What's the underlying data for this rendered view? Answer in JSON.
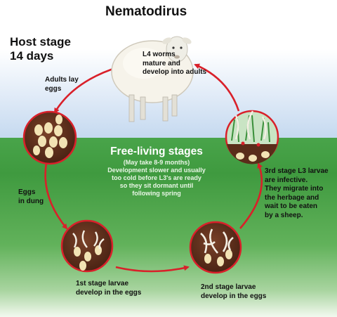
{
  "title": "Nematodirus",
  "host_stage": {
    "line1": "Host stage",
    "line2": "14 days"
  },
  "sheep_label": {
    "line1": "L4 worms",
    "line2": "mature  and",
    "line3": "develop into adults"
  },
  "adults_lay": {
    "line1": "Adults lay",
    "line2": "eggs"
  },
  "eggs_in_dung": {
    "line1": "Eggs",
    "line2": "in dung"
  },
  "free_living": {
    "heading": "Free-living stages",
    "line1": "(May take 8-9 months)",
    "line2": "Development slower and usually",
    "line3": "too cold before L3's are ready",
    "line4": "so they sit dormant until",
    "line5": "following spring"
  },
  "stage1": {
    "line1": "1st stage larvae",
    "line2": "develop in the eggs"
  },
  "stage2": {
    "line1": "2nd stage larvae",
    "line2": "develop in the eggs"
  },
  "stage3": {
    "line1": "3rd stage L3 larvae",
    "line2": "are infective.",
    "line3": "They migrate into",
    "line4": "the herbage and",
    "line5": "wait to be eaten",
    "line6": "by a sheep."
  },
  "colors": {
    "arrow": "#d9202a",
    "dung": "#5a2d1a",
    "egg": "#f2e3b4",
    "grass": "#49a44a",
    "sky": "#c3d8ef"
  }
}
